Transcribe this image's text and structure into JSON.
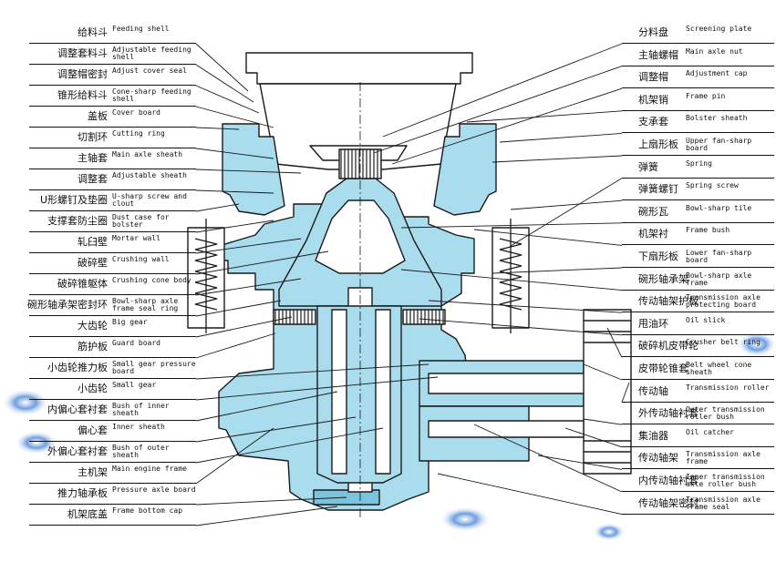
{
  "left_labels": [
    {
      "cn": "给料斗",
      "en": "Feeding shell"
    },
    {
      "cn": "调整套料斗",
      "en": "Adjustable feeding shell"
    },
    {
      "cn": "调整帽密封",
      "en": "Adjust cover seal"
    },
    {
      "cn": "锥形给料斗",
      "en": "Cone-sharp feeding shell"
    },
    {
      "cn": "盖板",
      "en": "Cover board"
    },
    {
      "cn": "切割环",
      "en": "Cutting ring"
    },
    {
      "cn": "主轴套",
      "en": "Main axle sheath"
    },
    {
      "cn": "调整套",
      "en": "Adjustable sheath"
    },
    {
      "cn": "U形螺钉及垫圈",
      "en": "U-sharp screw and clout"
    },
    {
      "cn": "支撑套防尘圈",
      "en": "Dust case for bolster"
    },
    {
      "cn": "轧臼壁",
      "en": "Mortar wall"
    },
    {
      "cn": "破碎壁",
      "en": "Crushing wall"
    },
    {
      "cn": "破碎锥躯体",
      "en": "Crushing cone body"
    },
    {
      "cn": "碗形轴承架密封环",
      "en": "Bowl-sharp axle frame seal ring"
    },
    {
      "cn": "大齿轮",
      "en": "Big gear"
    },
    {
      "cn": "筋护板",
      "en": "Guard board"
    },
    {
      "cn": "小齿轮推力板",
      "en": "Small gear pressure board"
    },
    {
      "cn": "小齿轮",
      "en": "Small gear"
    },
    {
      "cn": "内偏心套衬套",
      "en": "Bush of inner sheath"
    },
    {
      "cn": "偏心套",
      "en": "Inner sheath"
    },
    {
      "cn": "外偏心套衬套",
      "en": "Bush of outer sheath"
    },
    {
      "cn": "主机架",
      "en": "Main engine frame"
    },
    {
      "cn": "推力轴承板",
      "en": "Pressure axle board"
    },
    {
      "cn": "机架底盖",
      "en": "Frame bottom cap"
    }
  ],
  "right_labels": [
    {
      "cn": "分料盘",
      "en": "Screening plate"
    },
    {
      "cn": "主轴螺帽",
      "en": "Main axle nut"
    },
    {
      "cn": "调整帽",
      "en": "Adjustment cap"
    },
    {
      "cn": "机架销",
      "en": "Frame pin"
    },
    {
      "cn": "支承套",
      "en": "Bolster sheath"
    },
    {
      "cn": "上扇形板",
      "en": "Upper fan-sharp board"
    },
    {
      "cn": "弹簧",
      "en": "Spring"
    },
    {
      "cn": "弹簧螺钉",
      "en": "Spring screw"
    },
    {
      "cn": "碗形瓦",
      "en": "Bowl-sharp tile"
    },
    {
      "cn": "机架衬",
      "en": "Frame bush"
    },
    {
      "cn": "下扇形板",
      "en": "Lower fan-sharp board"
    },
    {
      "cn": "碗形轴承架",
      "en": "Bowl-sharp axle frame"
    },
    {
      "cn": "传动轴架护板",
      "en": "Transmission axle protecting board"
    },
    {
      "cn": "甩油环",
      "en": "Oil slick"
    },
    {
      "cn": "破碎机皮带轮",
      "en": "Crusher belt ring"
    },
    {
      "cn": "皮带轮锥套",
      "en": "Belt wheel cone sheath"
    },
    {
      "cn": "传动轴",
      "en": "Transmission roller"
    },
    {
      "cn": "外传动轴衬套",
      "en": "Outer transmission roller bush"
    },
    {
      "cn": "集油器",
      "en": "Oil catcher"
    },
    {
      "cn": "传动轴架",
      "en": "Transmission axle frame"
    },
    {
      "cn": "内传动轴衬套",
      "en": "Inner transmission axle roller bush"
    },
    {
      "cn": "传动轴架密封",
      "en": "Transmission axle frame seal"
    }
  ],
  "colors": {
    "body_fill": "#a9dced",
    "body_dark": "#7cc4de",
    "outline": "#1a1a1a",
    "background": "#ffffff",
    "decor_blue": "#3f6fc0"
  }
}
